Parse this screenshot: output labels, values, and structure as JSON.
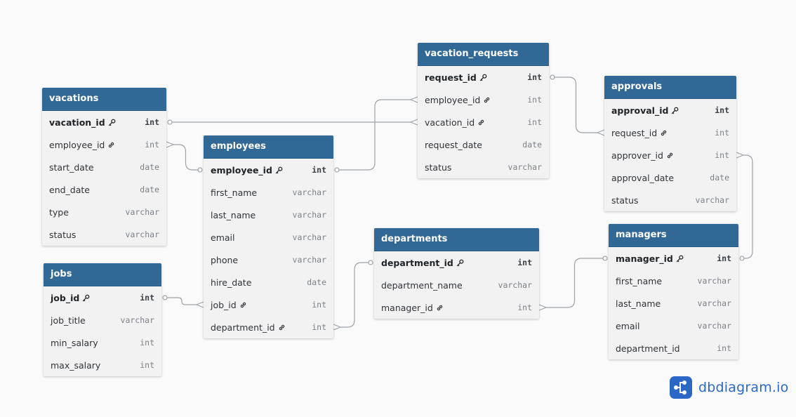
{
  "tables": {
    "vacations": {
      "name": "vacations",
      "fields": [
        {
          "name": "vacation_id",
          "type": "int",
          "pk": true
        },
        {
          "name": "employee_id",
          "type": "int",
          "fk": true
        },
        {
          "name": "start_date",
          "type": "date"
        },
        {
          "name": "end_date",
          "type": "date"
        },
        {
          "name": "type",
          "type": "varchar"
        },
        {
          "name": "status",
          "type": "varchar"
        }
      ]
    },
    "jobs": {
      "name": "jobs",
      "fields": [
        {
          "name": "job_id",
          "type": "int",
          "pk": true
        },
        {
          "name": "job_title",
          "type": "varchar"
        },
        {
          "name": "min_salary",
          "type": "int"
        },
        {
          "name": "max_salary",
          "type": "int"
        }
      ]
    },
    "employees": {
      "name": "employees",
      "fields": [
        {
          "name": "employee_id",
          "type": "int",
          "pk": true
        },
        {
          "name": "first_name",
          "type": "varchar"
        },
        {
          "name": "last_name",
          "type": "varchar"
        },
        {
          "name": "email",
          "type": "varchar"
        },
        {
          "name": "phone",
          "type": "varchar"
        },
        {
          "name": "hire_date",
          "type": "date"
        },
        {
          "name": "job_id",
          "type": "int",
          "fk": true
        },
        {
          "name": "department_id",
          "type": "int",
          "fk": true
        }
      ]
    },
    "vacation_requests": {
      "name": "vacation_requests",
      "fields": [
        {
          "name": "request_id",
          "type": "int",
          "pk": true
        },
        {
          "name": "employee_id",
          "type": "int",
          "fk": true
        },
        {
          "name": "vacation_id",
          "type": "int",
          "fk": true
        },
        {
          "name": "request_date",
          "type": "date"
        },
        {
          "name": "status",
          "type": "varchar"
        }
      ]
    },
    "departments": {
      "name": "departments",
      "fields": [
        {
          "name": "department_id",
          "type": "int",
          "pk": true
        },
        {
          "name": "department_name",
          "type": "varchar"
        },
        {
          "name": "manager_id",
          "type": "int",
          "fk": true
        }
      ]
    },
    "approvals": {
      "name": "approvals",
      "fields": [
        {
          "name": "approval_id",
          "type": "int",
          "pk": true
        },
        {
          "name": "request_id",
          "type": "int",
          "fk": true
        },
        {
          "name": "approver_id",
          "type": "int",
          "fk": true
        },
        {
          "name": "approval_date",
          "type": "date"
        },
        {
          "name": "status",
          "type": "varchar"
        }
      ]
    },
    "managers": {
      "name": "managers",
      "fields": [
        {
          "name": "manager_id",
          "type": "int",
          "pk": true
        },
        {
          "name": "first_name",
          "type": "varchar"
        },
        {
          "name": "last_name",
          "type": "varchar"
        },
        {
          "name": "email",
          "type": "varchar"
        },
        {
          "name": "department_id",
          "type": "int"
        }
      ]
    }
  },
  "relationships": [
    {
      "from": "employees.employee_id",
      "to": "vacations.employee_id"
    },
    {
      "from": "jobs.job_id",
      "to": "employees.job_id"
    },
    {
      "from": "departments.department_id",
      "to": "employees.department_id"
    },
    {
      "from": "employees.employee_id",
      "to": "vacation_requests.employee_id"
    },
    {
      "from": "vacations.vacation_id",
      "to": "vacation_requests.vacation_id"
    },
    {
      "from": "vacation_requests.request_id",
      "to": "approvals.request_id"
    },
    {
      "from": "managers.manager_id",
      "to": "approvals.approver_id"
    },
    {
      "from": "managers.manager_id",
      "to": "departments.manager_id"
    }
  ],
  "brand": {
    "name": "dbdiagram.io"
  },
  "colors": {
    "header": "#316895",
    "body": "#f2f2f3",
    "connector": "#9ea2a6",
    "brand": "#2b68c6",
    "background": "#fafafb"
  }
}
